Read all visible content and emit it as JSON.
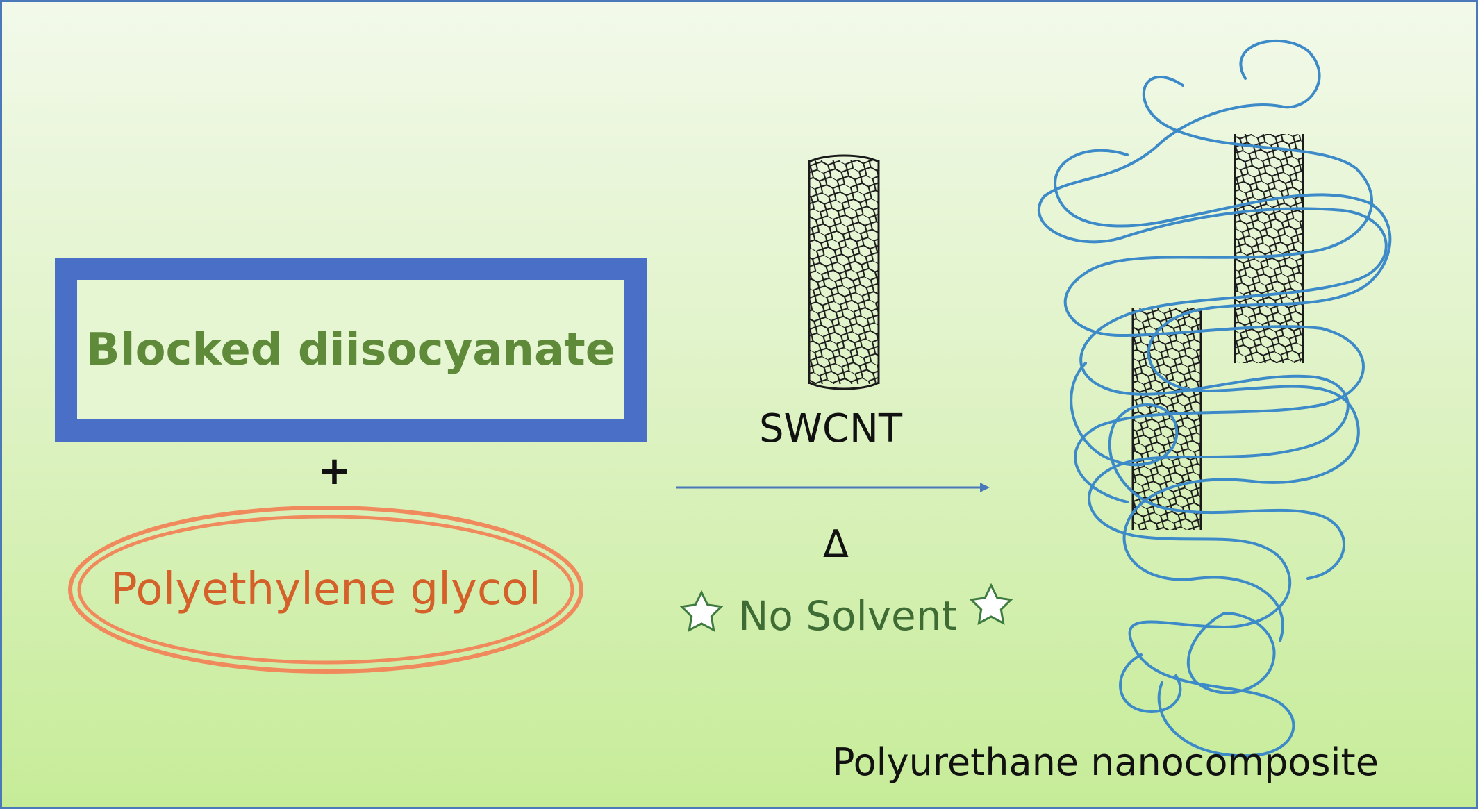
{
  "reactant_1": "Blocked diisocyanate",
  "operator": "+",
  "reactant_2": "Polyethylene glycol",
  "additive": "SWCNT",
  "condition_heat": "Δ",
  "condition_solvent": "No Solvent",
  "product": "Polyurethane nanocomposite",
  "colors": {
    "box_border": "#4a6fc6",
    "reactant_1_text": "#5e8a3a",
    "ellipse_border": "#f08a5c",
    "reactant_2_text": "#d4602a",
    "arrow": "#4a78b8",
    "polymer_chain": "#3d8ac8",
    "star_outline": "#3f7a3f"
  },
  "icons": [
    "carbon-nanotube-icon",
    "star-icon",
    "polymer-coil-icon"
  ]
}
